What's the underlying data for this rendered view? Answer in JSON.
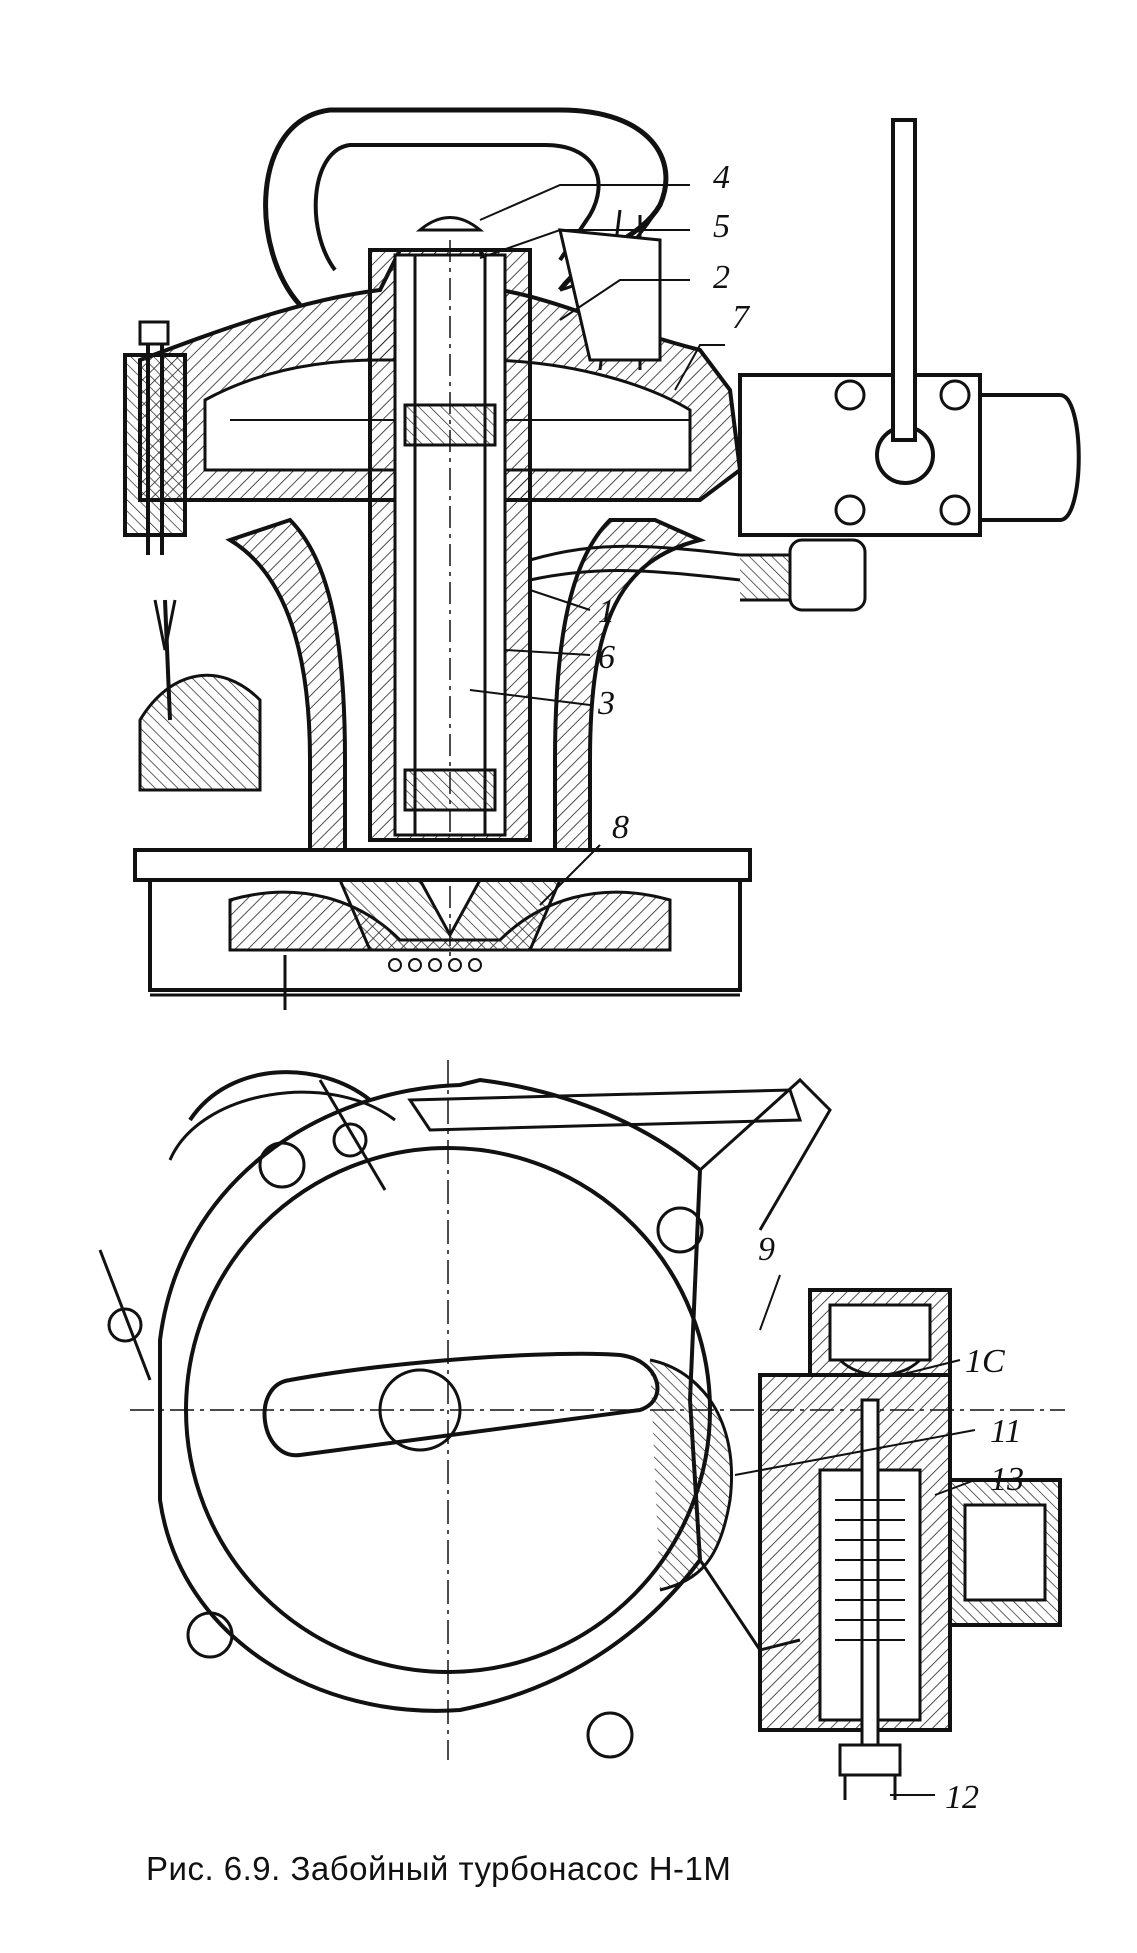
{
  "caption": "Рис. 6.9. Забойный турбонасос Н-1М",
  "callouts": {
    "n1": "1",
    "n2": "2",
    "n3": "3",
    "n4": "4",
    "n5": "5",
    "n6": "6",
    "n7": "7",
    "n8": "8",
    "n9": "9",
    "n10": "1C",
    "n11": "11",
    "n12": "12",
    "n13": "13"
  }
}
